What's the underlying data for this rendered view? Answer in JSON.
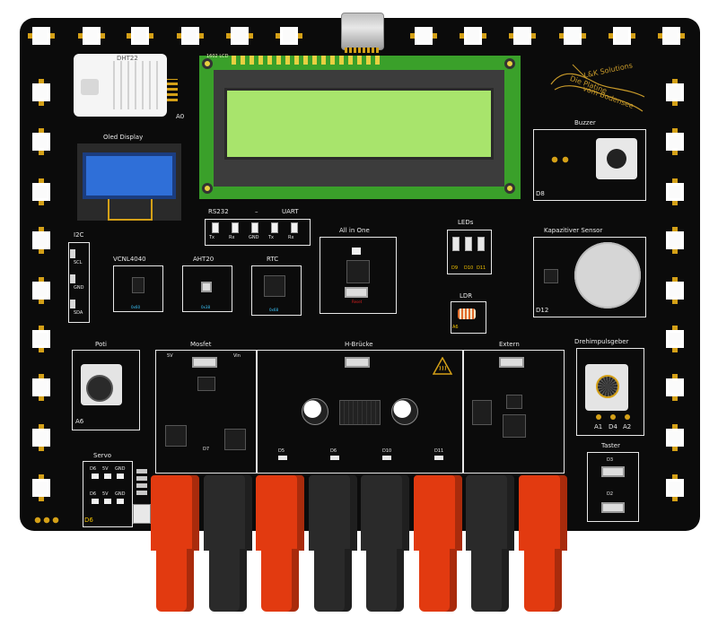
{
  "board": {
    "sensor_dht": {
      "label": "DHT22",
      "pin": "A0"
    },
    "oled": {
      "label": "Oled Display"
    },
    "lcd": {
      "label": "1602 LCD"
    },
    "logo": {
      "company": "L&K Solutions",
      "line1": "Die Platine",
      "line2": "vom Bodensee"
    },
    "buzzer": {
      "label": "Buzzer",
      "pin": "D8"
    },
    "serial": {
      "rs232": "RS232",
      "dash": "–",
      "uart": "UART",
      "pins": [
        "Tx",
        "Rx",
        "GND",
        "Tx",
        "Rx"
      ]
    },
    "i2c": {
      "label": "I2C",
      "pins": [
        "SCL",
        "GND",
        "SDA"
      ]
    },
    "vcnl": {
      "label": "VCNL4040",
      "addr": "0x60"
    },
    "aht": {
      "label": "AHT20",
      "addr": "0x38"
    },
    "rtc": {
      "label": "RTC",
      "addr": "0x68"
    },
    "allinone": {
      "label": "All in One",
      "reset": "Reset"
    },
    "leds": {
      "label": "LEDs",
      "pins": [
        "D9",
        "D10",
        "D11"
      ]
    },
    "ldr": {
      "label": "LDR",
      "pin": "A6"
    },
    "kapazitiv": {
      "label": "Kapazitiver Sensor",
      "pin": "D12"
    },
    "poti": {
      "label": "Poti",
      "pin": "A6"
    },
    "mosfet": {
      "label": "Mosfet",
      "v5": "5V",
      "vin": "Vin",
      "pin": "D7"
    },
    "hbruecke": {
      "label": "H-Brücke",
      "pins": [
        "D5",
        "D6",
        "D10",
        "D11"
      ]
    },
    "extern": {
      "label": "Extern"
    },
    "drehimpuls": {
      "label": "Drehimpulsgeber",
      "pins": [
        "A1",
        "D4",
        "A2"
      ]
    },
    "taster": {
      "label": "Taster",
      "pins": [
        "D3",
        "D2"
      ]
    },
    "servo": {
      "label": "Servo",
      "pin": "D6",
      "pins": [
        "D6",
        "5V",
        "GND"
      ]
    },
    "colors": {
      "board": "#0b0b0b",
      "silkscreen": "#e8e8e8",
      "lcd_green": "#a8e46c",
      "oled_blue": "#2f6fd8",
      "banana_red": "#e23a10",
      "banana_black": "#2a2a2a",
      "pad": "#fbfbfb"
    }
  }
}
